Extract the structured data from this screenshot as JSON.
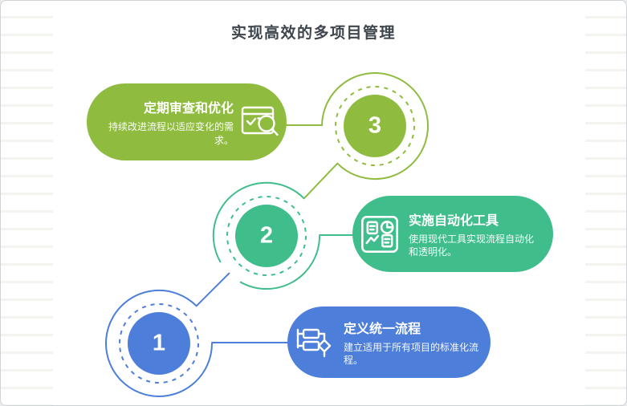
{
  "title": "实现高效的多项目管理",
  "colors": {
    "step1": "#4C7EDA",
    "step2": "#3FBE8C",
    "step3": "#8FBC3F",
    "title_text": "#3E454C"
  },
  "steps": [
    {
      "number": "1",
      "title": "定义统一流程",
      "description": "建立适用于所有项目的标准化流程。",
      "icon": "flowchart-icon"
    },
    {
      "number": "2",
      "title": "实施自动化工具",
      "description": "使用现代工具实现流程自动化和透明化。",
      "icon": "dashboard-icon"
    },
    {
      "number": "3",
      "title": "定期审查和优化",
      "description": "持续改进流程以适应变化的需求。",
      "icon": "review-search-icon"
    }
  ]
}
